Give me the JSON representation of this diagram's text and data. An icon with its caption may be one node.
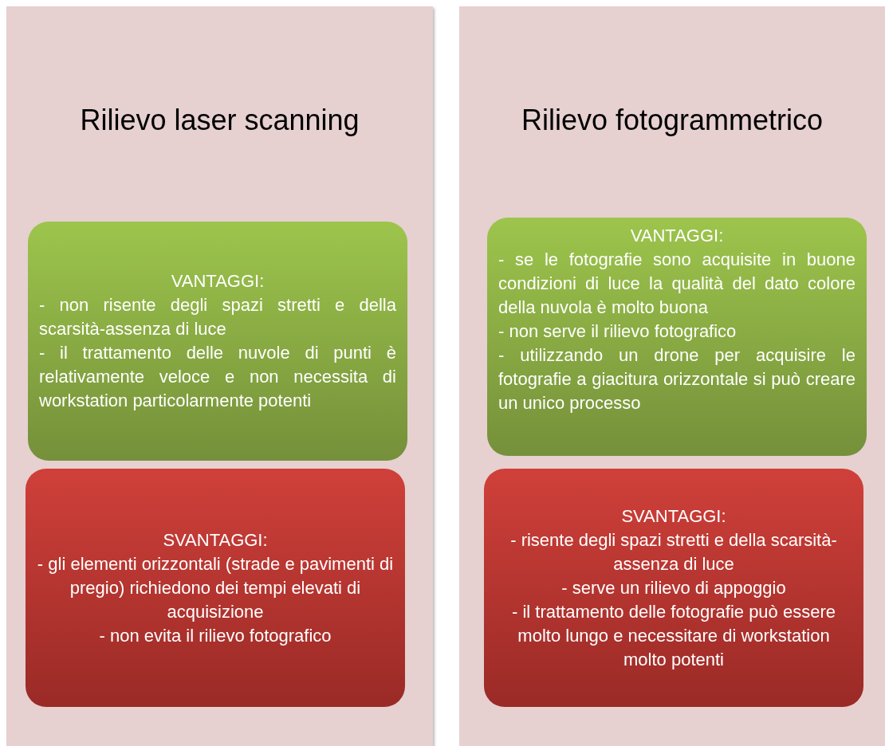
{
  "diagram": {
    "nodes": [
      {
        "text": [
          "Rilievo laser scanning"
        ]
      },
      {
        "text": [
          "VANTAGGI:",
          "- non risente degli spazi stretti e della scarsità-assenza di luce",
          "- il trattamento delle nuvole di punti è relativamente veloce e non necessita di workstation particolarmente potenti"
        ],
        "in": 0
      },
      {
        "text": [
          "SVANTAGGI:",
          "- gli elementi orizzontali (strade e pavimenti di pregio) richiedono dei tempi elevati di acquisizione",
          "- non evita il rilievo fotografico"
        ],
        "in": 0
      },
      {
        "text": [
          "Rilievo fotogrammetrico"
        ]
      },
      {
        "text": [
          "VANTAGGI:",
          "- se le fotografie sono acquisite in buone condizioni di luce la qualità del dato colore della nuvola è molto buona",
          "- non serve il rilievo fotografico",
          "- utilizzando un drone per acquisire le fotografie a giacitura orizzontale si può creare un unico processo"
        ],
        "in": 3
      },
      {
        "text": [
          "SVANTAGGI:",
          "- risente degli spazi stretti e della scarsità-assenza di luce",
          "- serve un rilievo di appoggio",
          "- il trattamento delle fotografie può essere molto lungo e necessitare di workstation molto potenti"
        ],
        "in": 3
      }
    ],
    "edges": []
  }
}
